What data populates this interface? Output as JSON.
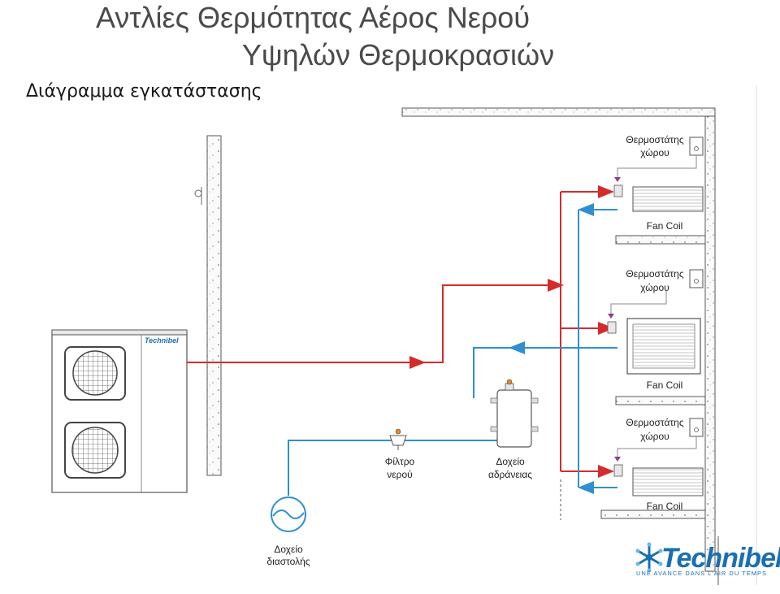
{
  "title_line1": "Αντλίες Θερμότητας Αέρος Νερού",
  "title_line2": "Υψηλών Θερμοκρασιών",
  "subtitle": "Διάγραμμα εγκατάστασης",
  "heat_pump": {
    "brand": "Technibel"
  },
  "rooms": [
    {
      "thermostat_l1": "Θερμοστάτης",
      "thermostat_l2": "χώρου",
      "unit": "Fan Coil"
    },
    {
      "thermostat_l1": "Θερμοστάτης",
      "thermostat_l2": "χώρου",
      "unit": "Fan Coil"
    },
    {
      "thermostat_l1": "Θερμοστάτης",
      "thermostat_l2": "χώρου",
      "unit": "Fan Coil"
    }
  ],
  "filter": {
    "l1": "Φίλτρο",
    "l2": "νερού"
  },
  "buffer": {
    "l1": "Δοχείο",
    "l2": "αδράνειας"
  },
  "expansion": {
    "l1": "Δοχείο",
    "l2": "διαστολής"
  },
  "logo": {
    "name": "Technibel",
    "tagline": "UNE AVANCE DANS L'AIR DU TEMPS"
  },
  "colors": {
    "supply": "#d62b2b",
    "return": "#2f8fd0",
    "text": "#222222"
  }
}
